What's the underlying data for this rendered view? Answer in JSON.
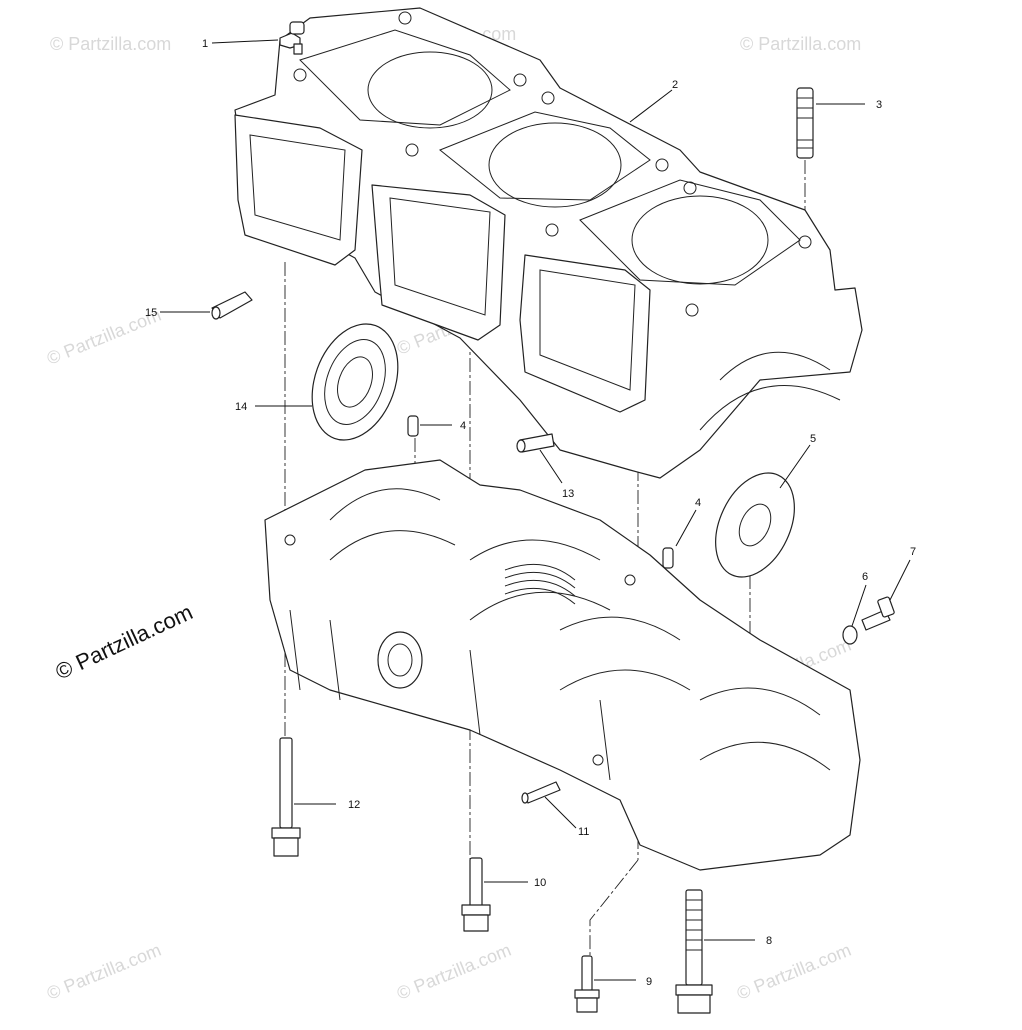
{
  "watermark": "© Partzilla.com",
  "copyright": "© Partzilla.com",
  "callouts": {
    "c1": "1",
    "c2": "2",
    "c3": "3",
    "c4a": "4",
    "c4b": "4",
    "c5": "5",
    "c6": "6",
    "c7": "7",
    "c8": "8",
    "c9": "9",
    "c10": "10",
    "c11": "11",
    "c12": "12",
    "c13": "13",
    "c14": "14",
    "c15": "15"
  }
}
